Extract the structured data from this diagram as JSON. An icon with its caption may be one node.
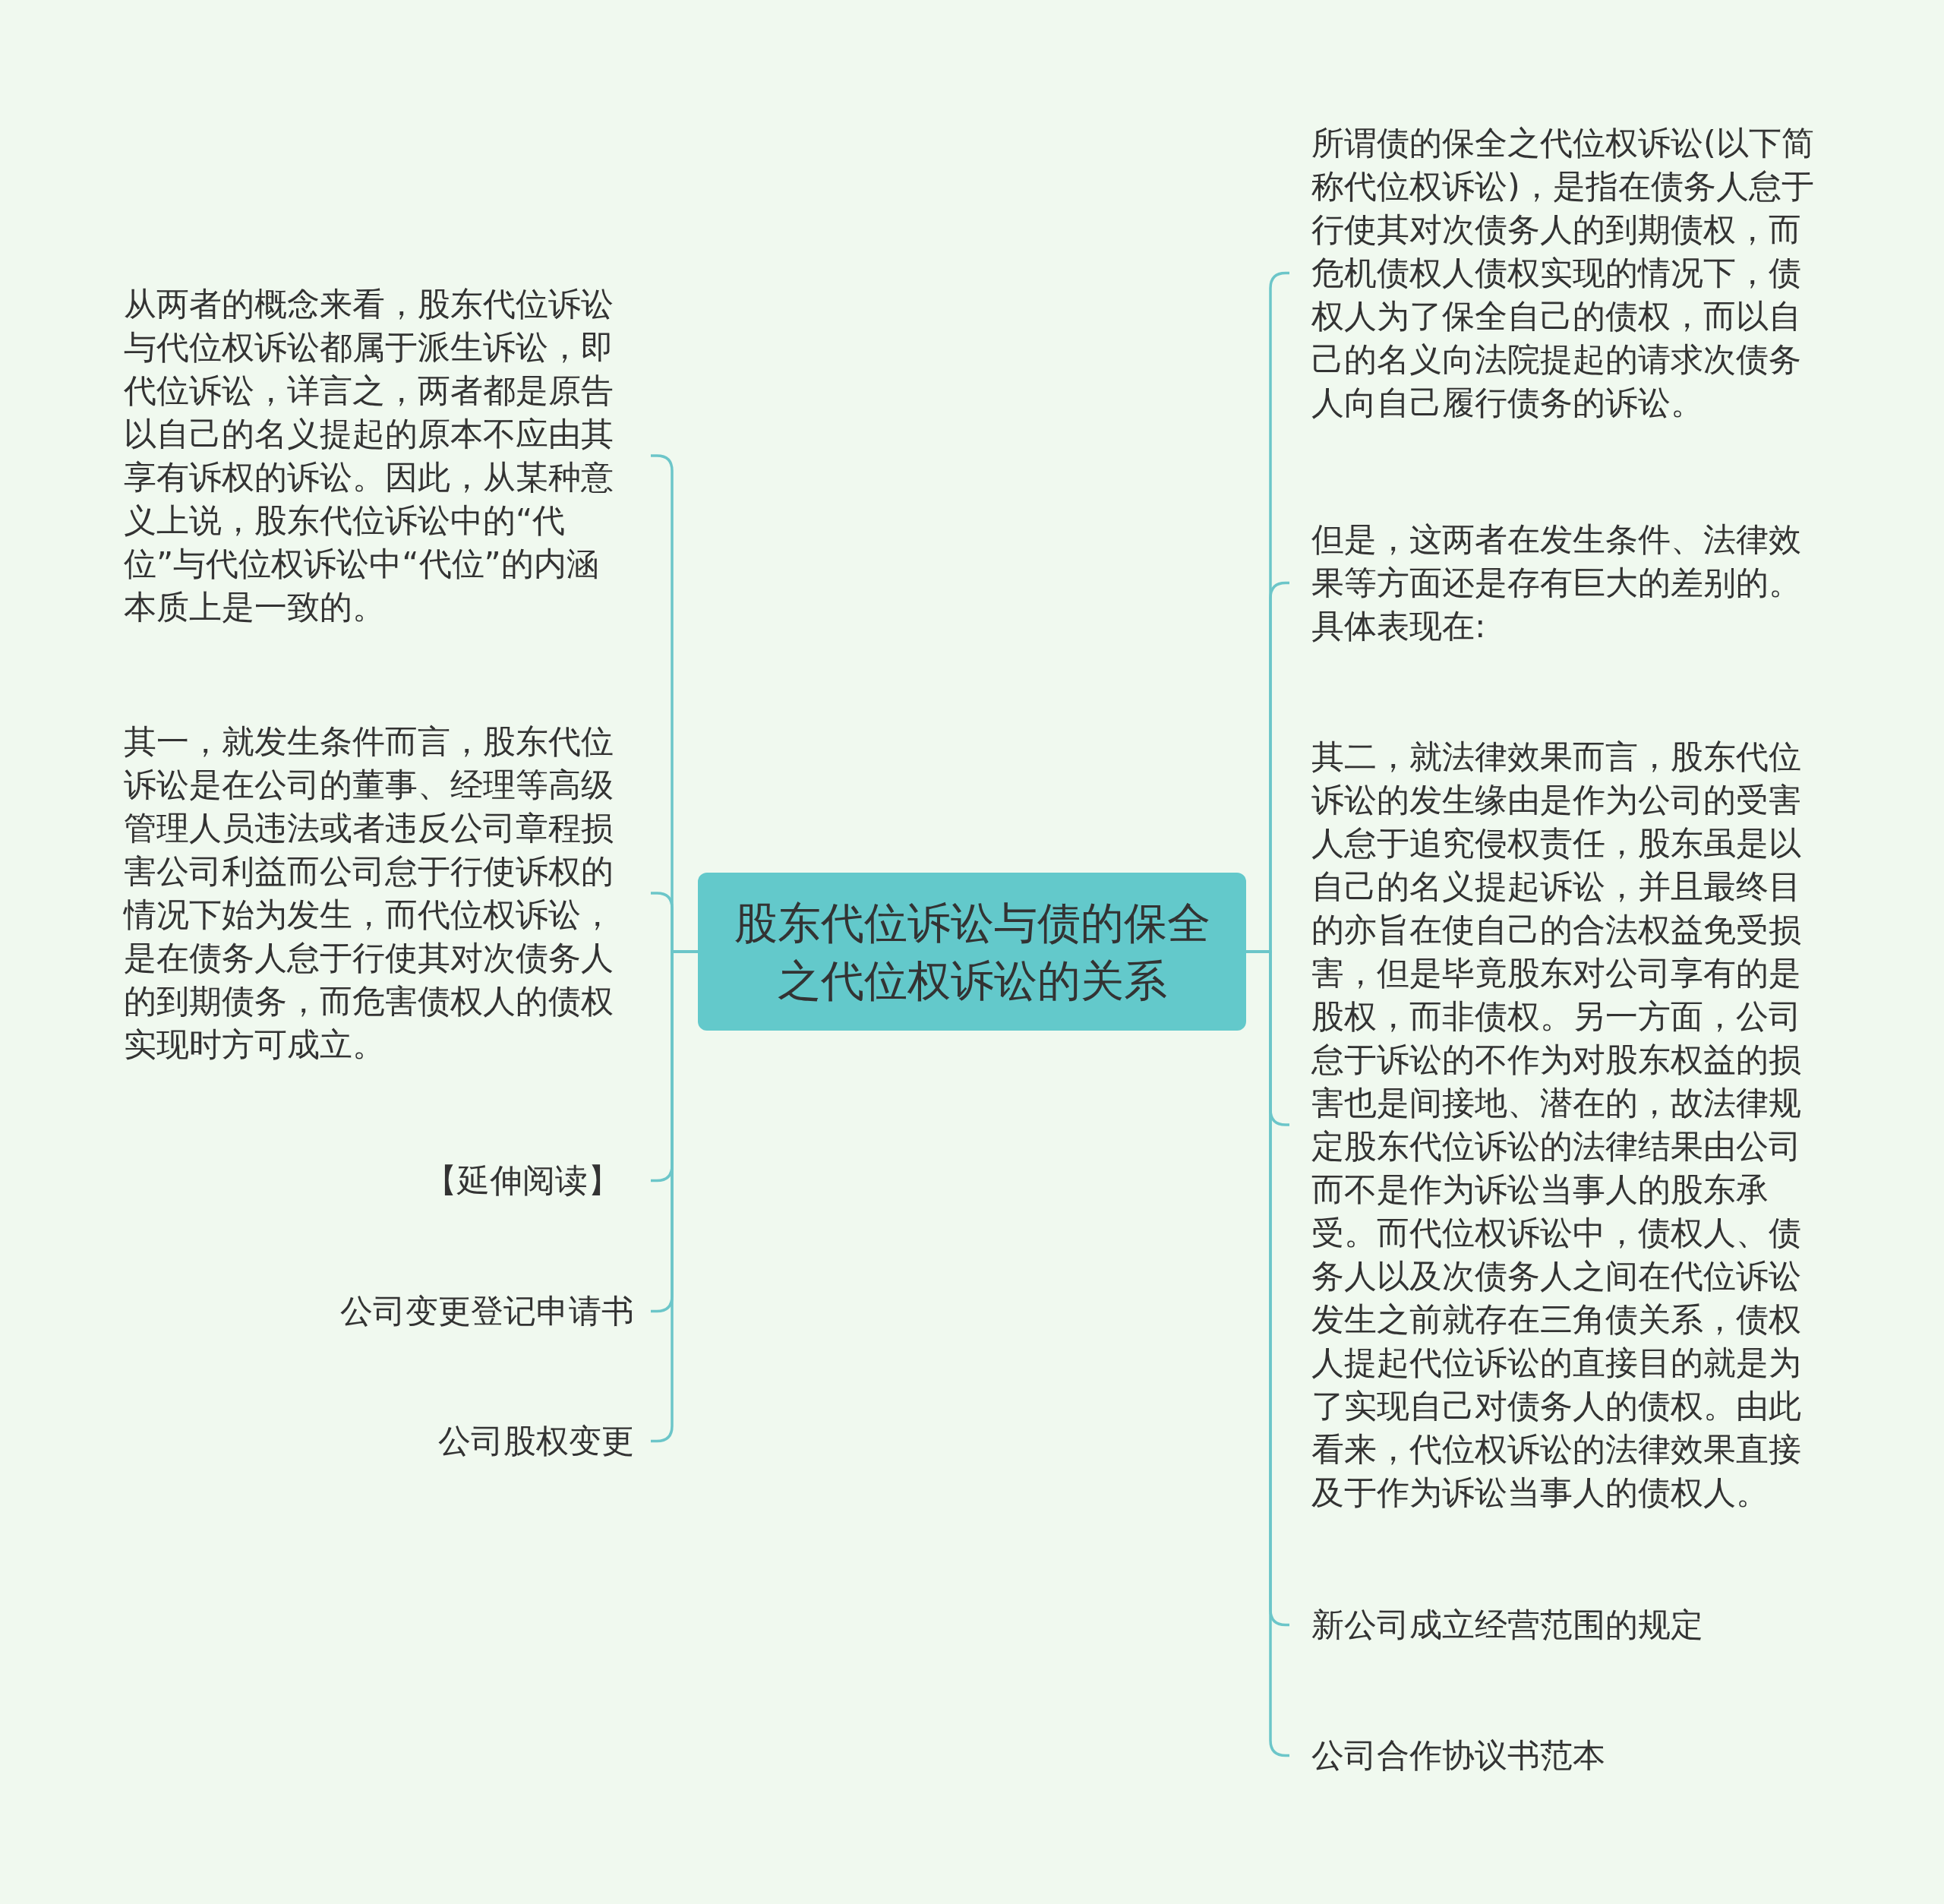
{
  "diagram": {
    "nodes": [
      {
        "text": [
          "股东代位诉讼与债的保全之代位权诉讼的关系"
        ]
      },
      {
        "text": [
          "从两者的概念来看，股东代位诉讼与代位权诉讼都属于派生诉讼，即代位诉讼，详言之，两者都是原告以自己的名义提起的原本不应由其享有诉权的诉讼。因此，从某种意义上说，股东代位诉讼中的“代位”与代位权诉讼中“代位”的内涵本质上是一致的。"
        ]
      },
      {
        "text": [
          "其一，就发生条件而言，股东代位诉讼是在公司的董事、经理等高级管理人员违法或者违反公司章程损害公司利益而公司怠于行使诉权的情况下始为发生，而代位权诉讼，是在债务人怠于行使其对次债务人的到期债务，而危害债权人的债权实现时方可成立。"
        ]
      },
      {
        "text": [
          "【延伸阅读】"
        ]
      },
      {
        "text": [
          "公司变更登记申请书"
        ]
      },
      {
        "text": [
          "公司股权变更"
        ]
      },
      {
        "text": [
          "所谓债的保全之代位权诉讼(以下简称代位权诉讼)，是指在债务人怠于行使其对次债务人的到期债权，而危机债权人债权实现的情况下，债权人为了保全自己的债权，而以自己的名义向法院提起的请求次债务人向自己履行债务的诉讼。"
        ]
      },
      {
        "text": [
          "但是，这两者在发生条件、法律效果等方面还是存有巨大的差别的。具体表现在:"
        ]
      },
      {
        "text": [
          "其二，就法律效果而言，股东代位诉讼的发生缘由是作为公司的受害人怠于追究侵权责任，股东虽是以自己的名义提起诉讼，并且最终目的亦旨在使自己的合法权益免受损害，但是毕竟股东对公司享有的是股权，而非债权。另一方面，公司怠于诉讼的不作为对股东权益的损害也是间接地、潜在的，故法律规定股东代位诉讼的法律结果由公司而不是作为诉讼当事人的股东承受。而代位权诉讼中，债权人、债务人以及次债务人之间在代位诉讼发生之前就存在三角债关系，债权人提起代位诉讼的直接目的就是为了实现自己对债务人的债权。由此看来，代位权诉讼的法律效果直接及于作为诉讼当事人的债权人。"
        ]
      },
      {
        "text": [
          "新公司成立经营范围的规定"
        ]
      },
      {
        "text": [
          "公司合作协议书范本"
        ]
      }
    ],
    "edges": [
      {
        "from": 0,
        "to": 1,
        "arrow": "none"
      },
      {
        "from": 0,
        "to": 2,
        "arrow": "none"
      },
      {
        "from": 0,
        "to": 3,
        "arrow": "none"
      },
      {
        "from": 0,
        "to": 4,
        "arrow": "none"
      },
      {
        "from": 0,
        "to": 5,
        "arrow": "none"
      },
      {
        "from": 0,
        "to": 6,
        "arrow": "none"
      },
      {
        "from": 0,
        "to": 7,
        "arrow": "none"
      },
      {
        "from": 0,
        "to": 8,
        "arrow": "none"
      },
      {
        "from": 0,
        "to": 9,
        "arrow": "none"
      },
      {
        "from": 0,
        "to": 10,
        "arrow": "none"
      }
    ]
  }
}
